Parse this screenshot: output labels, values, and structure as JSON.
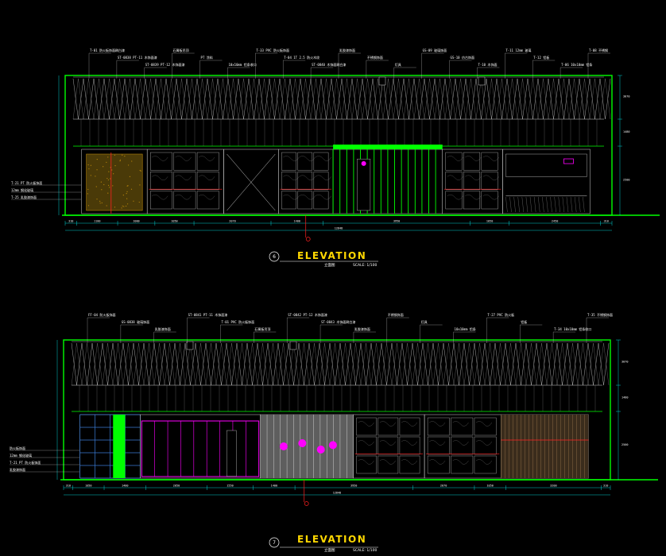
{
  "colors": {
    "background": "#000000",
    "frame": "#00ff00",
    "lines": "#d0d0d0",
    "dimension": "#00ffff",
    "accent_red": "#ff2020",
    "accent_magenta": "#ff00ff",
    "title": "#ffd800",
    "wood": "#b8860b"
  },
  "elevations": [
    {
      "title": "ELEVATION",
      "subtitle": "立面图",
      "scale": "SCALE: 1/100",
      "callout_number": "6",
      "callouts_top": [
        {
          "code": "T-01",
          "text": "防火板饰面刷白漆"
        },
        {
          "code": "ST-0838",
          "text": "PT-11 木饰面漆"
        },
        {
          "code": "ST-0839",
          "text": "PT-12 木饰面漆"
        },
        {
          "code": "",
          "text": "石膏板吊顶"
        },
        {
          "code": "",
          "text": "PT 涂料"
        },
        {
          "code": "",
          "text": "10x10mm 铝条收口"
        },
        {
          "code": "T-33",
          "text": "PVC 防火板饰面"
        },
        {
          "code": "T-04",
          "text": "1T 2.5 防火木纹"
        },
        {
          "code": "ST-0840",
          "text": "木饰面刷白漆"
        },
        {
          "code": "",
          "text": "乳胶漆饰面"
        },
        {
          "code": "",
          "text": "不锈钢饰面"
        },
        {
          "code": "",
          "text": "灯具"
        },
        {
          "code": "GS-09",
          "text": "玻璃饰面"
        },
        {
          "code": "GS-10",
          "text": "仿古饰面"
        },
        {
          "code": "T-10",
          "text": "木饰面"
        },
        {
          "code": "T-11",
          "text": "12mm 玻璃"
        },
        {
          "code": "T-12",
          "text": "铝板"
        },
        {
          "code": "T-06",
          "text": "10x10mm 铝条"
        },
        {
          "code": "T-08",
          "text": "不锈钢"
        }
      ],
      "callouts_left": [
        {
          "code": "T-21",
          "text": "PT 防火板饰面"
        },
        {
          "code": "",
          "text": "12mm 钢化玻璃"
        },
        {
          "code": "T-25",
          "text": "乳胶漆饰面"
        }
      ],
      "dimensions_bottom": [
        "310",
        "1100",
        "1000",
        "1050",
        "2070",
        "1400",
        "3950",
        "1050",
        "2450",
        "310"
      ],
      "total_dimension": "12848",
      "dimensions_right": [
        "3070",
        "1480",
        "2500"
      ]
    },
    {
      "title": "ELEVATION",
      "subtitle": "立面图",
      "scale": "SCALE: 1/100",
      "callout_number": "7",
      "callouts_top": [
        {
          "code": "FF-04",
          "text": "防火板饰面"
        },
        {
          "code": "GS-0838",
          "text": "玻璃饰面"
        },
        {
          "code": "",
          "text": "乳胶漆饰面"
        },
        {
          "code": "ST-0841",
          "text": "PT-11 木饰面漆"
        },
        {
          "code": "T-01",
          "text": "PVC 防火板饰面"
        },
        {
          "code": "",
          "text": "石膏板吊顶"
        },
        {
          "code": "ST-0842",
          "text": "PT-12 木饰面漆"
        },
        {
          "code": "ST-0843",
          "text": "木饰面刷白漆"
        },
        {
          "code": "",
          "text": "乳胶漆饰面"
        },
        {
          "code": "",
          "text": "不锈钢饰面"
        },
        {
          "code": "",
          "text": "灯具"
        },
        {
          "code": "",
          "text": "10x10mm 铝条"
        },
        {
          "code": "T-27",
          "text": "PVC 防火板"
        },
        {
          "code": "",
          "text": "铝板"
        },
        {
          "code": "T-34",
          "text": "10x10mm 铝条收口"
        },
        {
          "code": "T-35",
          "text": "不锈钢饰面"
        }
      ],
      "callouts_left": [
        {
          "code": "",
          "text": "防火板饰面"
        },
        {
          "code": "",
          "text": "12mm 钢化玻璃"
        },
        {
          "code": "T-21",
          "text": "PT 防火板饰面"
        },
        {
          "code": "",
          "text": "乳胶漆饰面"
        }
      ],
      "dimensions_bottom": [
        "310",
        "1050",
        "1400",
        "2050",
        "1550",
        "1400",
        "3950",
        "2070",
        "1050",
        "3200",
        "310"
      ],
      "total_dimension": "12848",
      "dimensions_right": [
        "3070",
        "1480",
        "2500"
      ]
    }
  ]
}
